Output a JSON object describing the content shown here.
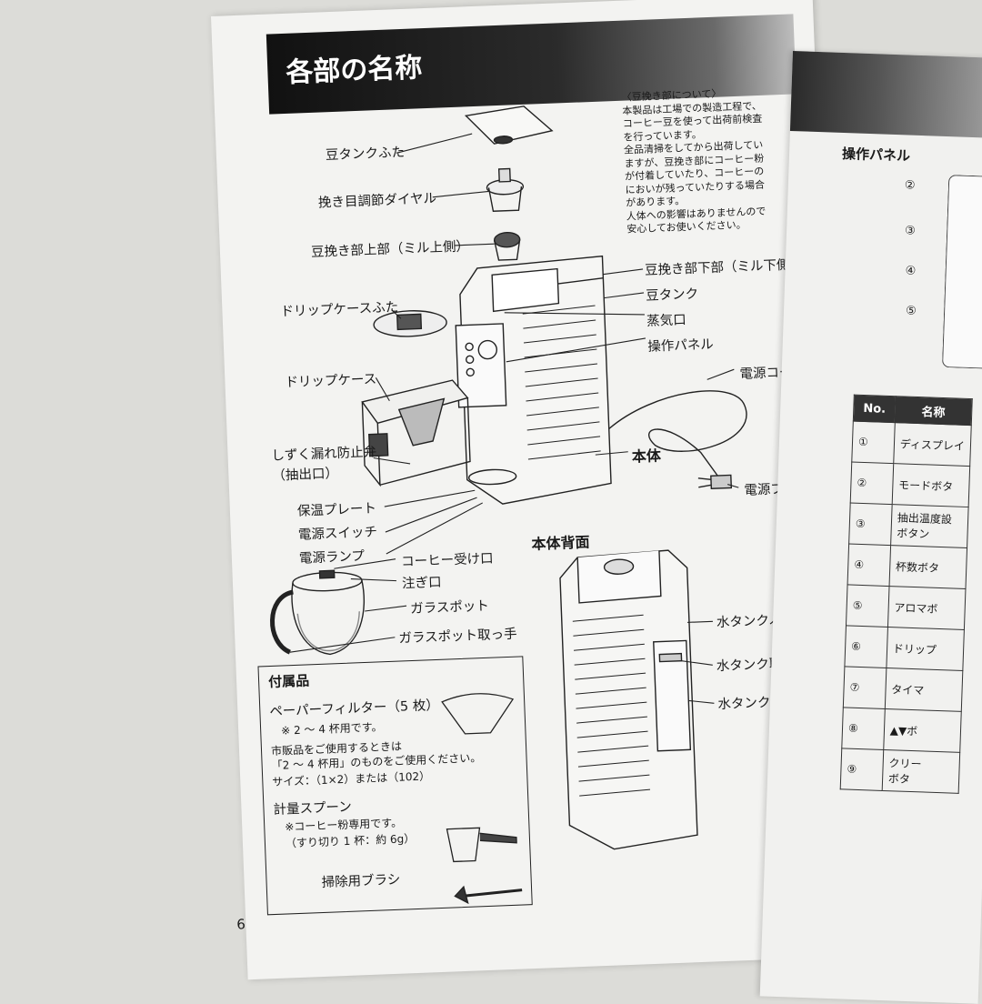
{
  "page": {
    "title": "各部の名称",
    "page_number": "6"
  },
  "parts": {
    "bean_tank_lid": "豆タンクふた",
    "grind_dial": "挽き目調節ダイヤル",
    "mill_upper": "豆挽き部上部（ミル上側）",
    "drip_case_lid": "ドリップケースふた",
    "drip_case": "ドリップケース",
    "drip_stop_valve": "しずく漏れ防止弁",
    "drip_stop_valve_sub": "（抽出口）",
    "warming_plate": "保温プレート",
    "power_switch": "電源スイッチ",
    "power_lamp": "電源ランプ",
    "mill_lower": "豆挽き部下部（ミル下側）",
    "bean_tank": "豆タンク",
    "steam_port": "蒸気口",
    "control_panel": "操作パネル",
    "power_cord": "電源コード",
    "body": "本体",
    "power_plug": "電源プラグ",
    "back_title": "本体背面",
    "coffee_inlet": "コーヒー受け口",
    "spout": "注ぎ口",
    "glass_pot": "ガラスポット",
    "glass_pot_handle": "ガラスポット取っ手",
    "water_tank_lid": "水タンクふた",
    "water_tank_handle": "水タンク取っ手",
    "water_tank": "水タンク"
  },
  "mill_note": [
    "〈豆挽き部について〉",
    "本製品は工場での製造工程で、",
    "コーヒー豆を使って出荷前検査",
    "を行っています。",
    "全品清掃をしてから出荷してい",
    "ますが、豆挽き部にコーヒー粉",
    "が付着していたり、コーヒーの",
    "においが残っていたりする場合",
    "があります。",
    "人体への影響はありませんので",
    "安心してお使いください。"
  ],
  "accessories": {
    "title": "付属品",
    "filter": "ペーパーフィルター（5 枚）",
    "filter_note1": "※ 2 ～ 4 杯用です。",
    "filter_note2": "市販品をご使用するときは",
    "filter_note3": "「2 ～ 4 杯用」のものをご使用ください。",
    "filter_note4": "サイズ：（1×2）または（102）",
    "spoon": "計量スプーン",
    "spoon_note1": "※コーヒー粉専用です。",
    "spoon_note2": "（すり切り 1 杯：約 6g）",
    "brush": "掃除用ブラシ"
  },
  "right_page": {
    "panel_title": "操作パネル",
    "panel_numbers": [
      "②",
      "③",
      "④",
      "⑤"
    ],
    "table_headers": [
      "No.",
      "名称"
    ],
    "rows": [
      {
        "no": "①",
        "name": "ディスプレイ"
      },
      {
        "no": "②",
        "name": "モードボタ"
      },
      {
        "no": "③",
        "name": "抽出温度設\nボタン"
      },
      {
        "no": "④",
        "name": "杯数ボタ"
      },
      {
        "no": "⑤",
        "name": "アロマボ"
      },
      {
        "no": "⑥",
        "name": "ドリップ"
      },
      {
        "no": "⑦",
        "name": "タイマ"
      },
      {
        "no": "⑧",
        "name": "▲▼ボ"
      },
      {
        "no": "⑨",
        "name": "クリー\nボタ"
      }
    ]
  }
}
